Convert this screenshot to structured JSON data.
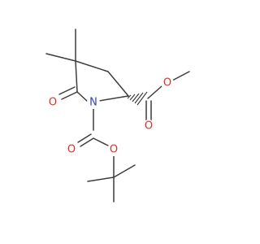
{
  "molecule": {
    "atoms": {
      "ring_nitrogen": "N",
      "lactam_oxygen": "O",
      "ester_carbonyl_oxygen": "O",
      "ester_ether_oxygen": "O",
      "boc_carbonyl_oxygen": "O",
      "boc_ether_oxygen": "O"
    },
    "colors": {
      "bond": "#3c3c3c",
      "oxygen": "#e0301e",
      "nitrogen": "#2a3fd6",
      "background": "#ffffff"
    }
  }
}
